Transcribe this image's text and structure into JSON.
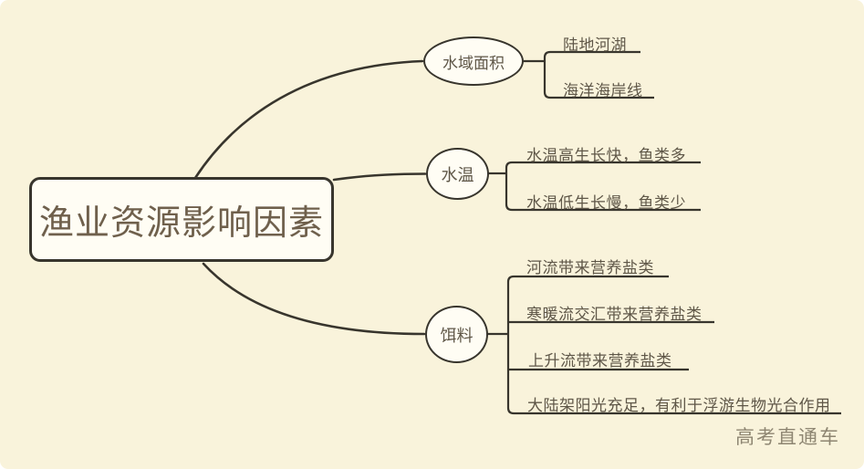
{
  "canvas": {
    "background_color": "#f9f3db",
    "line_color": "#38352d",
    "node_fill_color": "#fffdf4",
    "root_text_color": "#6f604c",
    "text_color": "#5f5748",
    "watermark_color": "#8e8672"
  },
  "root": {
    "label": "渔业资源影响因素"
  },
  "branches": [
    {
      "label": "水域面积",
      "children": [
        {
          "label": "陆地河湖"
        },
        {
          "label": "海洋海岸线"
        }
      ]
    },
    {
      "label": "水温",
      "children": [
        {
          "label": "水温高生长快，鱼类多"
        },
        {
          "label": "水温低生长慢，鱼类少"
        }
      ]
    },
    {
      "label": "饵料",
      "children": [
        {
          "label": "河流带来营养盐类"
        },
        {
          "label": "寒暖流交汇带来营养盐类"
        },
        {
          "label": "上升流带来营养盐类"
        },
        {
          "label": "大陆架阳光充足，有利于浮游生物光合作用"
        }
      ]
    }
  ],
  "watermark": {
    "text": "高考直通车"
  }
}
